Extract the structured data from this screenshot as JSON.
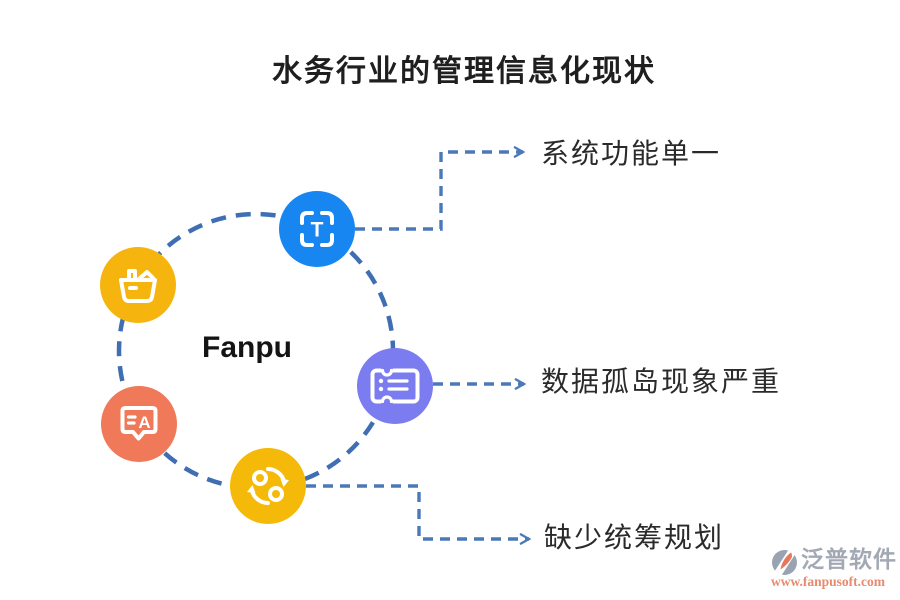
{
  "title": "水务行业的管理信息化现状",
  "center_label": "Fanpu",
  "callouts": [
    {
      "text": "系统功能单一"
    },
    {
      "text": "数据孤岛现象严重"
    },
    {
      "text": "缺少统筹规划"
    }
  ],
  "nodes": [
    {
      "name": "text-scan",
      "glyph": "T",
      "color": "#1886f0"
    },
    {
      "name": "basket",
      "color": "#f6b40e"
    },
    {
      "name": "chat-translate",
      "glyph": "A",
      "color": "#f0795a"
    },
    {
      "name": "sync",
      "color": "#f5ba09"
    },
    {
      "name": "ticket",
      "color": "#7b7cf0"
    }
  ],
  "colors": {
    "ring": "#3f6eb2",
    "connector": "#4a79ba",
    "title_text": "#1f1f1f",
    "callout_text": "#2a2a2a"
  },
  "watermark": {
    "brand": "泛普软件",
    "url": "www.fanpusoft.com",
    "brand_color": "#a3a9b4",
    "url_color": "#e98a6e",
    "mark_gray": "#9aa3b2",
    "mark_orange": "#e8775a"
  }
}
